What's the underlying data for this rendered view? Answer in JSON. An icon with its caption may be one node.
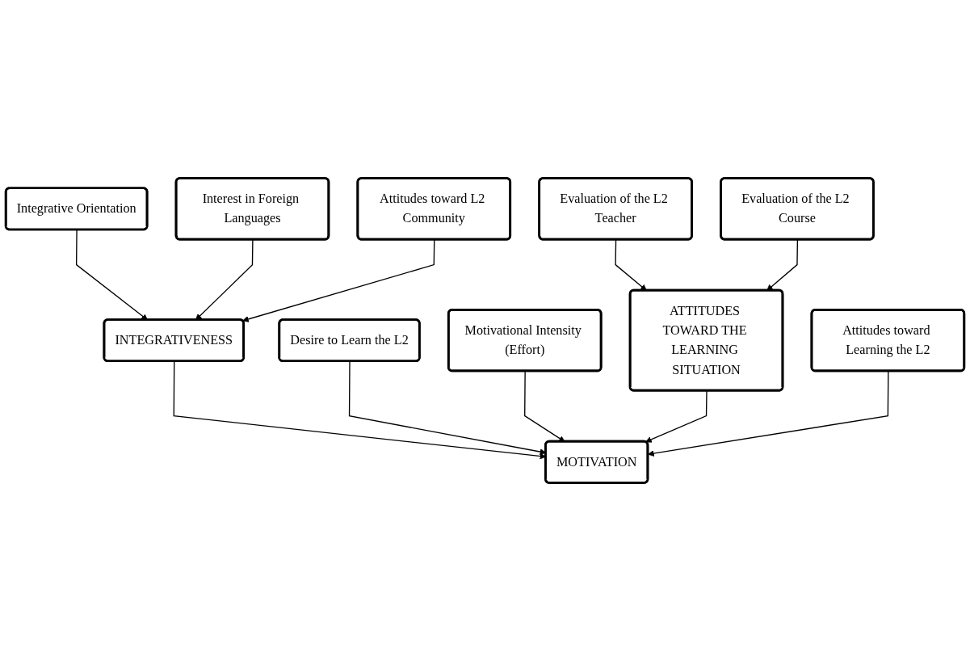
{
  "diagram": {
    "nodes": [
      {
        "text": [
          "Integrative Orientation"
        ]
      },
      {
        "text": [
          "Interest in Foreign Languages"
        ]
      },
      {
        "text": [
          "Attitudes toward L2 Community"
        ]
      },
      {
        "text": [
          "INTEGRATIVENESS"
        ]
      },
      {
        "text": [
          "Desire to Learn the L2"
        ]
      },
      {
        "text": [
          "MOTIVATION"
        ]
      },
      {
        "text": [
          "Motivational Intensity (Effort)"
        ]
      },
      {
        "text": [
          "ATTITUDES TOWARD THE LEARNING SITUATION"
        ]
      },
      {
        "text": [
          "Attitudes toward Learning the L2"
        ]
      },
      {
        "text": [
          "Evaluation of the L2 Teacher"
        ]
      },
      {
        "text": [
          "Evaluation of the L2 Course"
        ]
      }
    ],
    "edges": [
      {
        "from": 0,
        "to": 3,
        "arrow": "to"
      },
      {
        "from": 1,
        "to": 3,
        "arrow": "to"
      },
      {
        "from": 2,
        "to": 3,
        "arrow": "to"
      },
      {
        "from": 3,
        "to": 5,
        "arrow": "to"
      },
      {
        "from": 4,
        "to": 5,
        "arrow": "to"
      },
      {
        "from": 6,
        "to": 5,
        "arrow": "to"
      },
      {
        "from": 7,
        "to": 5,
        "arrow": "to"
      },
      {
        "from": 8,
        "to": 5,
        "arrow": "to"
      },
      {
        "from": 9,
        "to": 7,
        "arrow": "to"
      },
      {
        "from": 10,
        "to": 7,
        "arrow": "to"
      }
    ]
  }
}
